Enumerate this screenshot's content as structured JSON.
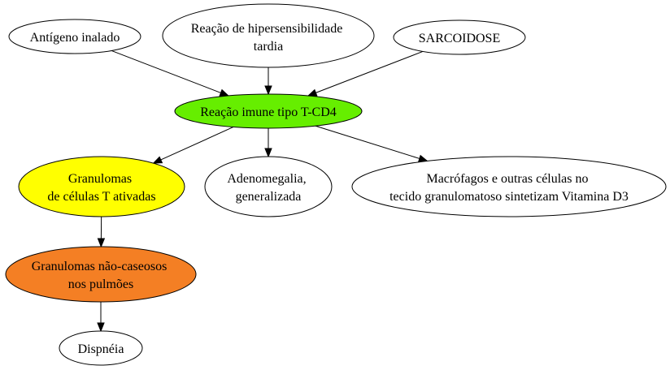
{
  "nodes": {
    "antigeno": {
      "lines": [
        "Antígeno inalado"
      ],
      "fill": "#ffffff"
    },
    "hipersensibilidade": {
      "lines": [
        "Reação de hipersensibilidade",
        "tardia"
      ],
      "fill": "#ffffff"
    },
    "sarcoidose": {
      "lines": [
        "SARCOIDOSE"
      ],
      "fill": "#ffffff"
    },
    "reacao_cd4": {
      "lines": [
        "Reação imune tipo T-CD4"
      ],
      "fill": "#66ee00"
    },
    "granulomas_t": {
      "lines": [
        "Granulomas",
        "de células T ativadas"
      ],
      "fill": "#ffff00"
    },
    "adenomegalia": {
      "lines": [
        "Adenomegalia,",
        "generalizada"
      ],
      "fill": "#ffffff"
    },
    "macrofagos": {
      "lines": [
        "Macrófagos e outras células no",
        "tecido granulomatoso sintetizam Vitamina D3"
      ],
      "fill": "#ffffff"
    },
    "granulomas_pulmoes": {
      "lines": [
        "Granulomas não-caseosos",
        "nos pulmões"
      ],
      "fill": "#f47f24"
    },
    "dispneia": {
      "lines": [
        "Dispnéia"
      ],
      "fill": "#ffffff"
    }
  },
  "edges": [
    {
      "from": "antigeno",
      "to": "reacao_cd4"
    },
    {
      "from": "hipersensibilidade",
      "to": "reacao_cd4"
    },
    {
      "from": "sarcoidose",
      "to": "reacao_cd4"
    },
    {
      "from": "reacao_cd4",
      "to": "granulomas_t"
    },
    {
      "from": "reacao_cd4",
      "to": "adenomegalia"
    },
    {
      "from": "reacao_cd4",
      "to": "macrofagos"
    },
    {
      "from": "granulomas_t",
      "to": "granulomas_pulmoes"
    },
    {
      "from": "granulomas_pulmoes",
      "to": "dispneia"
    }
  ]
}
